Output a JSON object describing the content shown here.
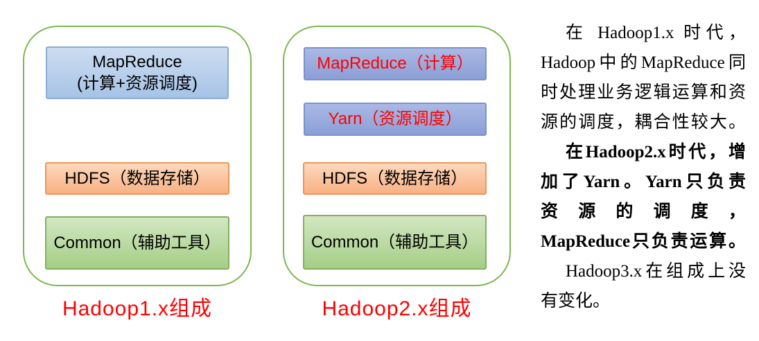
{
  "panels": [
    {
      "title": "Hadoop1.x组成",
      "boxes": [
        {
          "name": "mapreduce",
          "lines": [
            "MapReduce",
            "(计算+资源调度)"
          ],
          "fill": "blue-light",
          "text_color": "#000000"
        },
        {
          "name": "hdfs",
          "lines": [
            "HDFS（数据存储）"
          ],
          "fill": "orange",
          "text_color": "#000000"
        },
        {
          "name": "common",
          "lines": [
            "Common（辅助工具）"
          ],
          "fill": "green",
          "text_color": "#000000"
        }
      ]
    },
    {
      "title": "Hadoop2.x组成",
      "boxes": [
        {
          "name": "mapreduce",
          "lines": [
            "MapReduce（计算）"
          ],
          "fill": "blue-medium",
          "text_color": "#ff0000"
        },
        {
          "name": "yarn",
          "lines": [
            "Yarn（资源调度）"
          ],
          "fill": "blue-medium",
          "text_color": "#ff0000"
        },
        {
          "name": "hdfs",
          "lines": [
            "HDFS（数据存储）"
          ],
          "fill": "orange",
          "text_color": "#000000"
        },
        {
          "name": "common",
          "lines": [
            "Common（辅助工具）"
          ],
          "fill": "green",
          "text_color": "#000000"
        }
      ]
    }
  ],
  "description": {
    "paragraphs": [
      "在 Hadoop1.x 时代，Hadoop中的MapReduce同时处理业务逻辑运算和资源的调度，耦合性较大。",
      "在Hadoop2.x时代，增加了Yarn。Yarn只负责资源的调度，MapReduce只负责运算。",
      "Hadoop3.x在组成上没有变化。"
    ],
    "lines": [
      {
        "text": "在 Hadoop1.x 时代，",
        "indent": true,
        "bold": false,
        "justify": true
      },
      {
        "text": "Hadoop中的MapReduce同",
        "indent": false,
        "bold": false,
        "justify": true
      },
      {
        "text": "时处理业务逻辑运算和资",
        "indent": false,
        "bold": false,
        "justify": true
      },
      {
        "text": "源的调度，耦合性较大。",
        "indent": false,
        "bold": false,
        "justify": true
      },
      {
        "text": "在Hadoop2.x时代，增",
        "indent": true,
        "bold": true,
        "justify": true
      },
      {
        "text": "加了Yarn。Yarn只负责",
        "indent": false,
        "bold": true,
        "justify": true
      },
      {
        "text": "资源的调度，",
        "indent": false,
        "bold": true,
        "justify": true
      },
      {
        "text": "MapReduce只负责运算。",
        "indent": false,
        "bold": true,
        "justify": true
      },
      {
        "text": "Hadoop3.x在组成上没",
        "indent": true,
        "bold": false,
        "justify": true
      },
      {
        "text": "有变化。",
        "indent": false,
        "bold": false,
        "justify": false
      }
    ]
  },
  "colors": {
    "panel_border": "#7cb84e",
    "caption_red": "#ff0000",
    "box_text_red": "#ff0000",
    "blue_light_fill": "#a6c3e6",
    "blue_medium_fill": "#8b9fd7",
    "orange_fill": "#f8b184",
    "green_fill": "#a4ce86"
  }
}
